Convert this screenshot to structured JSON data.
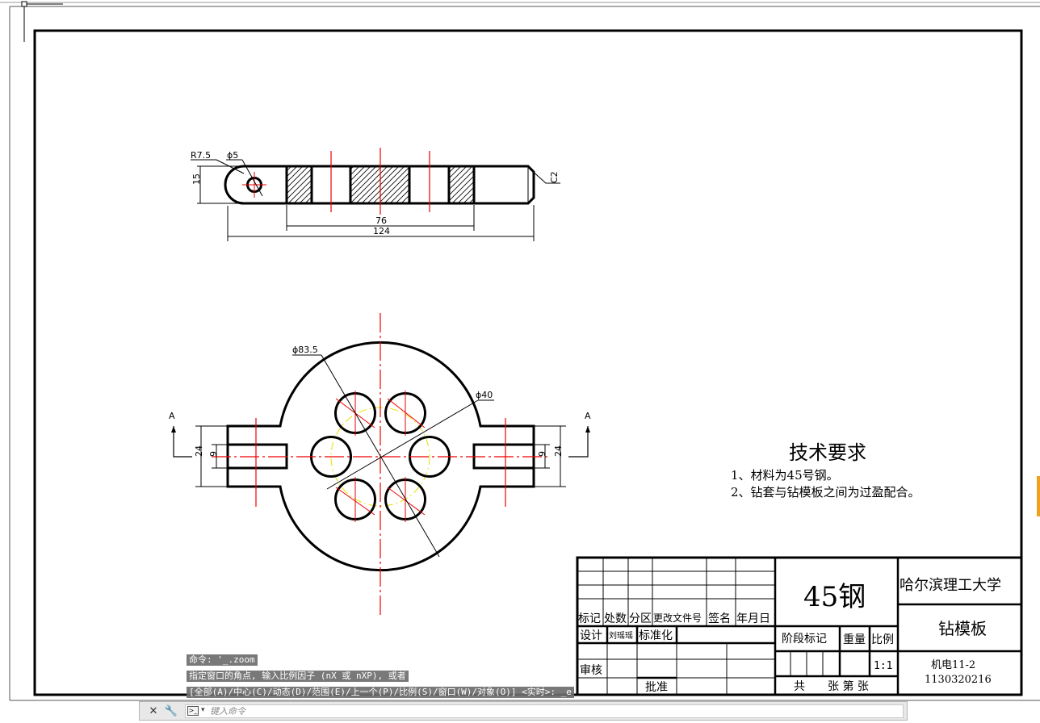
{
  "drawing": {
    "top_view": {
      "labels": {
        "r75": "R7.5",
        "d5": "ϕ5",
        "h15": "15",
        "c2": "C2",
        "d76": "76",
        "d124": "124"
      }
    },
    "front_view": {
      "labels": {
        "d835": "ϕ83.5",
        "d40": "ϕ40",
        "sectionA": "A",
        "d24": "24",
        "d9": "9"
      }
    },
    "tech_req": {
      "title": "技术要求",
      "items": [
        "1、材料为45号钢。",
        "2、钻套与钻模板之间为过盈配合。"
      ]
    },
    "title_block": {
      "material": "45钢",
      "university": "哈尔滨理工大学",
      "part_name": "钻模板",
      "headers": [
        "标记",
        "处数",
        "分区",
        "更改文件号",
        "签名",
        "年月日"
      ],
      "design": "设计",
      "designer": "刘瑶瑶",
      "standardize": "标准化",
      "review": "审核",
      "approve": "批准",
      "stage_mark": "阶段标记",
      "weight": "重量",
      "scale_label": "比例",
      "scale": "1:1",
      "class": "机电11-2",
      "student_id": "1130320216",
      "sheets": "共　　张 第 张"
    }
  },
  "command": {
    "history": [
      "命令: '_.zoom",
      "指定窗口的角点, 输入比例因子 (nX 或 nXP), 或者",
      "[全部(A)/中心(C)/动态(D)/范围(E)/上一个(P)/比例(S)/窗口(W)/对象(O)] <实时>: _e"
    ],
    "placeholder": "键入命令",
    "close_icon": "close-icon",
    "settings_icon": "wrench-icon",
    "prompt_icon": "command-prompt-icon"
  }
}
